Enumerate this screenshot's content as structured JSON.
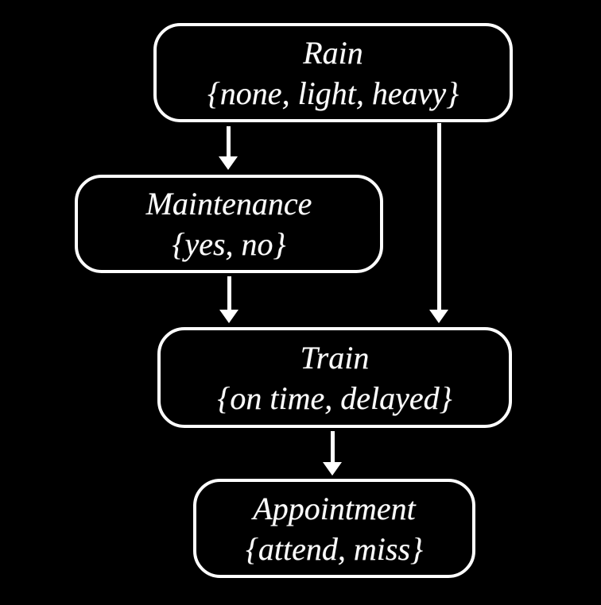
{
  "diagram": {
    "type": "directed-graph",
    "description": "Bayesian network of four random variables on a black background",
    "colors": {
      "background": "#000000",
      "node_border": "#ffffff",
      "text": "#ffffff",
      "arrow": "#ffffff"
    },
    "nodes": {
      "rain": {
        "name": "Rain",
        "values": "{none, light, heavy}"
      },
      "maintenance": {
        "name": "Maintenance",
        "values": "{yes, no}"
      },
      "train": {
        "name": "Train",
        "values": "{on time, delayed}"
      },
      "appointment": {
        "name": "Appointment",
        "values": "{attend, miss}"
      }
    },
    "edges": [
      {
        "from": "Rain",
        "to": "Maintenance"
      },
      {
        "from": "Rain",
        "to": "Train"
      },
      {
        "from": "Maintenance",
        "to": "Train"
      },
      {
        "from": "Train",
        "to": "Appointment"
      }
    ]
  }
}
